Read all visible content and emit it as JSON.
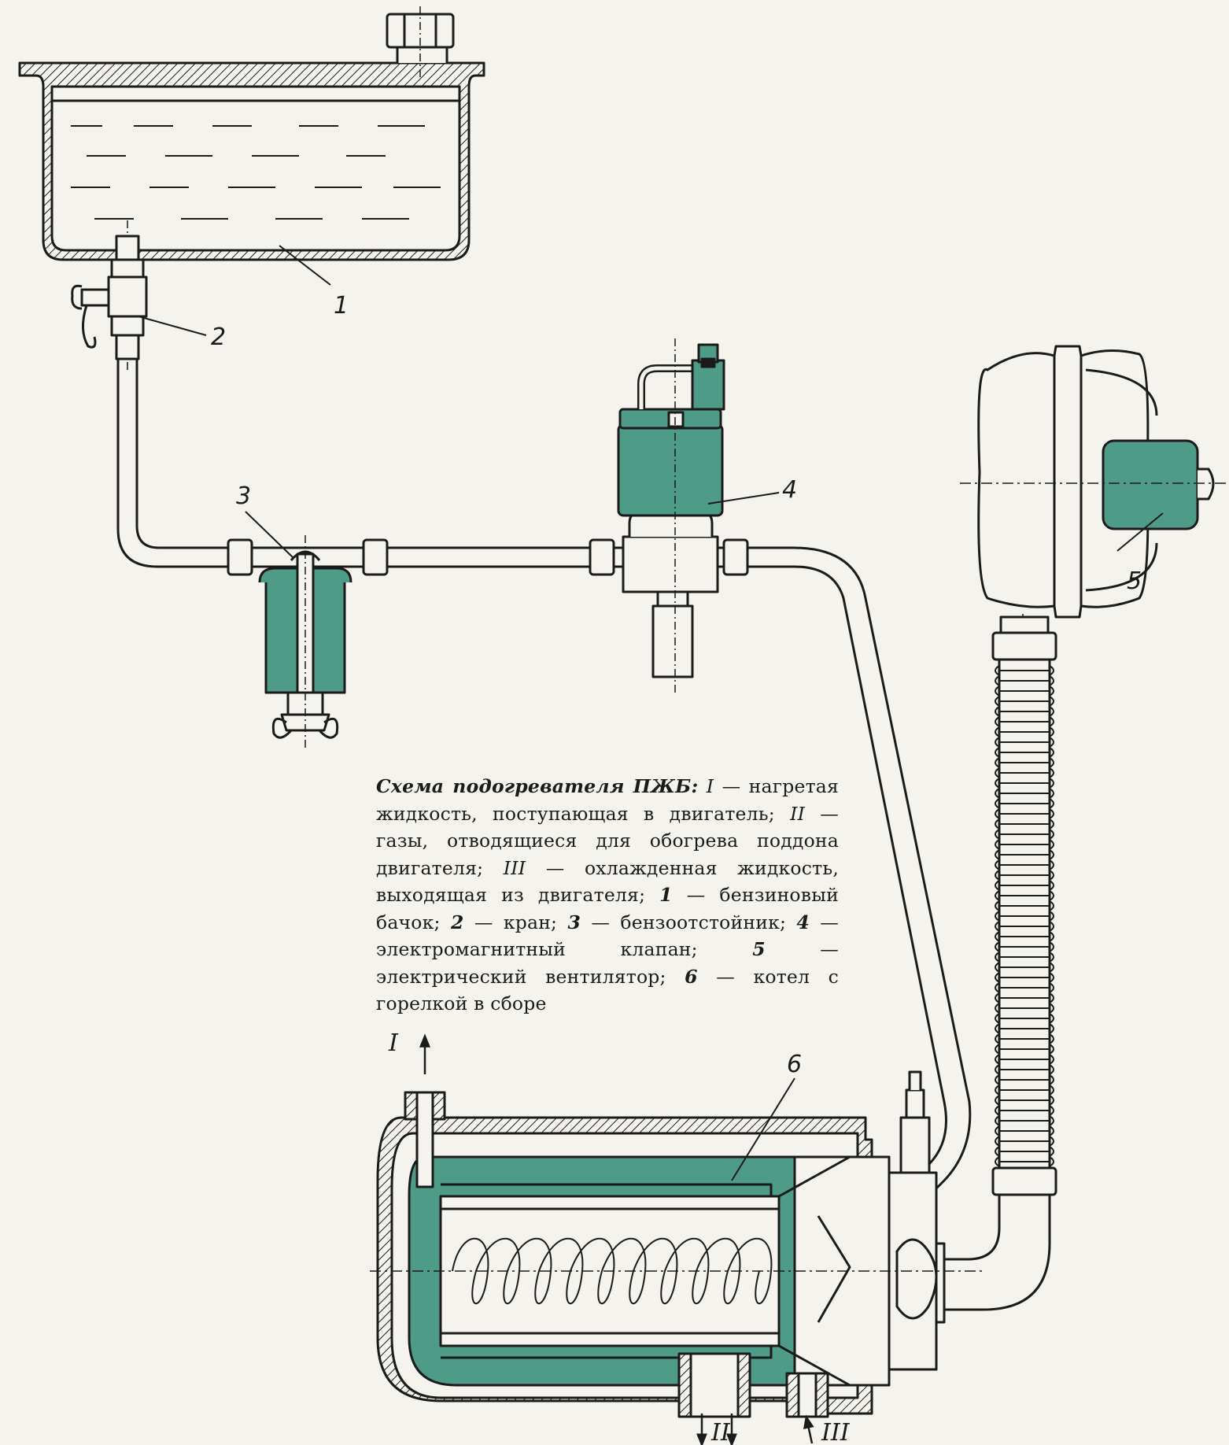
{
  "caption": {
    "title": "Схема подогревателя ПЖБ:",
    "parts": [
      {
        "k": "I",
        "cls": "rn",
        "t": " — нагретая жидкость, поступающая в двигатель; "
      },
      {
        "k": "II",
        "cls": "rn",
        "t": " — газы, отводящиеся для обогрева поддона двигателя; "
      },
      {
        "k": "III",
        "cls": "rn",
        "t": " — охлажденная жидкость, выходящая из двигателя; "
      },
      {
        "k": "1",
        "cls": "nm",
        "t": " — бензиновый бачок; "
      },
      {
        "k": "2",
        "cls": "nm",
        "t": " — кран; "
      },
      {
        "k": "3",
        "cls": "nm",
        "t": " — бензоотстойник; "
      },
      {
        "k": "4",
        "cls": "nm",
        "t": " — электромагнитный клапан; "
      },
      {
        "k": "5",
        "cls": "nm",
        "t": " — электрический вентилятор; "
      },
      {
        "k": "6",
        "cls": "nm",
        "t": " — котел с горелкой в сборе"
      }
    ]
  },
  "labels": {
    "part1": "1",
    "part2": "2",
    "part3": "3",
    "part4": "4",
    "part5": "5",
    "part6": "6",
    "flow_I": "I",
    "flow_II": "II",
    "flow_III": "III"
  },
  "colors": {
    "ink": "#1b1b1b",
    "accent": "#4e9b88",
    "paper": "#f4f3ee"
  }
}
